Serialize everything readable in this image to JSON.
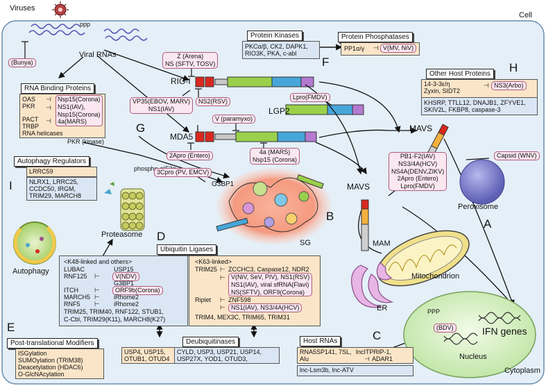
{
  "cell_label": "Cell",
  "cytoplasm_label": "Cytoplasm",
  "nucleus_label": "Nucleus",
  "viruses_label": "Viruses",
  "ppp_label": "ppp",
  "viral_rnas_label": "Viral RNAs",
  "bunya_label": "(Bunya)",
  "rig_i_label": "RIG-I",
  "mda5_label": "MDA5",
  "lgp2_label": "LGP2",
  "mavs_top_label": "MAVS",
  "mavs_mam_label": "MAVS",
  "mam_label": "MAM",
  "er_label": "ER",
  "mito_label": "Mitochondrion",
  "perox_label": "Peroxisome",
  "sg_label": "SG",
  "g3bp1_label": "G3BP1",
  "proteasome_label": "Proteasome",
  "autophagy_label": "Autophagy",
  "ifn_label": "IFN genes",
  "ppp_nucleus_label": "PPP",
  "pkr_kinase_label": "PKR (kinase)",
  "phospho_label": "phospho-eIF2α",
  "letters": {
    "A": "A",
    "B": "B",
    "C": "C",
    "D": "D",
    "E": "E",
    "F": "F",
    "G": "G",
    "H": "H",
    "I": "I"
  },
  "inhibitors": {
    "z_arena": "Z (Arena)",
    "ns_sftv": "NS (SFTV, TOSV)",
    "vp35": "VP35(EBOV, MARV)",
    "ns1_iav": "NS1(IAV)",
    "ns2_rsv": "NS2(RSV)",
    "lpro": "Lpro(FMDV)",
    "v_paramyxo": "V (paramyxo)",
    "twoapro": "2Apro (Entero)",
    "fourA": "4a (MARS)",
    "nsp15": "Nsp15 (Corona)",
    "pb1": "PB1-F2(IAV)",
    "ns3_hcv": "NS3/4A(HCV)",
    "ns4a": "NS4A(DENV,ZIKV)",
    "twoapro2": "2Apro (Entero)",
    "lpro2": "Lpro(FMDV)",
    "capsid": "Capsid (WNV)",
    "threecpro": "3Cpro (PV, EMCV)",
    "bdv": "(BDV)",
    "ns3_arbo": "NS3(Arbo)",
    "v_mv": "V(MV, NiV)"
  },
  "protein_kinases": {
    "title": "Protein Kinases",
    "lines": [
      "PKCα/β, CK2, DAPK1,",
      "RIO3K, PKA, c-abl"
    ]
  },
  "protein_phosphatases": {
    "title": "Protein Phosphatases",
    "item": "PP1α/γ"
  },
  "other_host": {
    "title": "Other Host Proteins",
    "tan_lines": [
      "14-3-3ε/η",
      "Zyxin, SIDT2"
    ],
    "blue_lines": [
      "KHSRP, TTLL12, DNAJB1, ZFYVE1,",
      "SKIV2L, FKBP8, caspase-3"
    ]
  },
  "rbp": {
    "title": "RNA Binding Proteins",
    "items": [
      "OAS",
      "PKR",
      "",
      "PACT",
      "TRBP",
      "RNA helicases"
    ],
    "pills": [
      "Nsp15(Corona)",
      "NS1(IAV),",
      "Nsp15(Corona)",
      "4a(MARS)"
    ]
  },
  "autophagy_regs": {
    "title": "Autophagy Regulators",
    "tan_line": "LRRC59",
    "blue_lines": [
      "NLRX1, LRRC25,",
      "CCDC50, IRGM,",
      "TRIM29, MARCH8"
    ]
  },
  "ubiquitin": {
    "title": "Ubiquitin Ligases",
    "k48_header": "<K48-linked and others>",
    "k48_rows": [
      {
        "a": "LUBAC",
        "b": "USP15"
      },
      {
        "a": "RNF125",
        "b": "V(NDV)"
      },
      {
        "a": "",
        "b": "G3BP1"
      },
      {
        "a": "ITCH",
        "b": "ORF9b(Corona)"
      },
      {
        "a": "MARCH5",
        "b": "iRhome2"
      },
      {
        "a": "RNF5",
        "b": "iRhome2"
      }
    ],
    "k48_tail": [
      "TRIM25, TRIM40, RNF122, STUB1,",
      "C-Cbl, TRIM29(K11), MARCH8(K27)"
    ],
    "k63_header": "<K63-linked>",
    "k63_trim25": "TRIM25",
    "k63_trim25_hosts": "ZCCHC3, Caspase12, NDR2",
    "k63_trim25_viral": [
      "V(NiV, SeV, PIV), NS1(RSV)",
      "NS1(IAV), viral sfRNA(Flavi)",
      "NS(SFTV), ORF9(Corona)"
    ],
    "k63_riplet": "Riplet",
    "k63_riplet_host": "ZNF598",
    "k63_riplet_viral": "NS1(IAV), NS3/4A(HCV)",
    "k63_tail": "TRIM4, MEX3C, TRIM65, TRIM31"
  },
  "deubiq": {
    "title": "Deubiquitinases",
    "col1": [
      "USP4, USP15,",
      "OTUB1, OTUD4"
    ],
    "col2": [
      "CYLD, USP3, USP21, USP14,",
      "USP27X, YOD1, OTUD3,"
    ]
  },
  "ptm": {
    "title": "Post-translational Modifiers",
    "lines": [
      "ISGylation",
      "SUMOylation (TRIM38)",
      "Deacetylation (HDAC6)",
      "O-GlcNAcylation"
    ]
  },
  "host_rnas": {
    "title": "Host RNAs",
    "tan_lines": [
      "RNA5SP141, 7SL,",
      "Alu"
    ],
    "tan_right": "lncITPRIP-1,",
    "tan_adar": "ADAR1",
    "blue_line": "lnc-Lsm3b, lnc-ATV"
  },
  "colors": {
    "cell_fill": "#e4eff8",
    "cell_stroke": "#6a8cae",
    "pink_pill": "#fbe7f0",
    "tan_box": "#fbe5c8",
    "blue_box": "#dbe6f4",
    "nucleus_fill": "#d9f0c4",
    "peroxisome_fill": "#7d7fcc",
    "sg_fill": "#f6a38a"
  }
}
